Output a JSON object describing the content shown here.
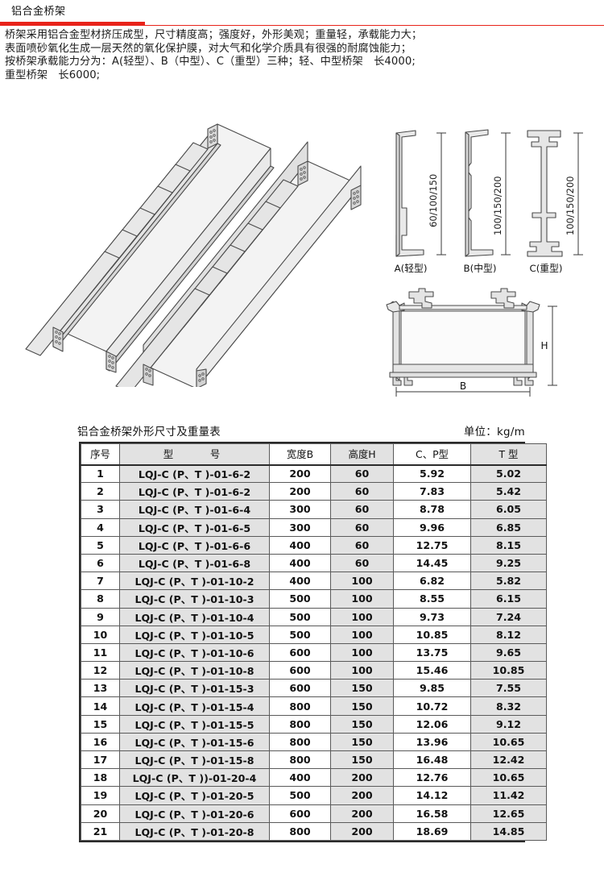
{
  "header": {
    "title": "铝合金桥架",
    "accent_color": "#e8231a",
    "intro": "桥架采用铝合金型材挤压成型，尺寸精度高；强度好，外形美观；重量轻，承载能力大；\n表面喷砂氧化生成一层天然的氧化保护膜，对大气和化学介质具有很强的耐腐蚀能力；\n按桥架承载能力分为：A(轻型）、B（中型）、C（重型）三种；轻、中型桥架　长4000;\n重型桥架　长6000;"
  },
  "drawings": {
    "isometric": {
      "name": "ladder-cable-tray-isometric"
    },
    "profiles": [
      {
        "label": "A(轻型)",
        "dimension": "60/100/150",
        "name": "profile-a-light"
      },
      {
        "label": "B(中型)",
        "dimension": "100/150/200",
        "name": "profile-b-medium"
      },
      {
        "label": "C(重型)",
        "dimension": "100/150/200",
        "name": "profile-c-heavy"
      }
    ],
    "section": {
      "width_label": "B",
      "height_label": "H",
      "name": "tray-cross-section"
    }
  },
  "table": {
    "title": "铝合金桥架外形尺寸及重量表",
    "unit": "单位：kg/m",
    "columns": [
      "序号",
      "型　　号",
      "宽度B",
      "高度H",
      "C、P型",
      "T 型"
    ],
    "rows": [
      [
        "1",
        "LQJ-C (P、T )-01-6-2",
        "200",
        "60",
        "5.92",
        "5.02"
      ],
      [
        "2",
        "LQJ-C (P、T )-01-6-2",
        "200",
        "60",
        "7.83",
        "5.42"
      ],
      [
        "3",
        "LQJ-C (P、T )-01-6-4",
        "300",
        "60",
        "8.78",
        "6.05"
      ],
      [
        "4",
        "LQJ-C (P、T )-01-6-5",
        "300",
        "60",
        "9.96",
        "6.85"
      ],
      [
        "5",
        "LQJ-C (P、T )-01-6-6",
        "400",
        "60",
        "12.75",
        "8.15"
      ],
      [
        "6",
        "LQJ-C (P、T )-01-6-8",
        "400",
        "60",
        "14.45",
        "9.25"
      ],
      [
        "7",
        "LQJ-C (P、T )-01-10-2",
        "400",
        "100",
        "6.82",
        "5.82"
      ],
      [
        "8",
        "LQJ-C (P、T )-01-10-3",
        "500",
        "100",
        "8.55",
        "6.15"
      ],
      [
        "9",
        "LQJ-C (P、T )-01-10-4",
        "500",
        "100",
        "9.73",
        "7.24"
      ],
      [
        "10",
        "LQJ-C (P、T )-01-10-5",
        "500",
        "100",
        "10.85",
        "8.12"
      ],
      [
        "11",
        "LQJ-C (P、T )-01-10-6",
        "600",
        "100",
        "13.75",
        "9.65"
      ],
      [
        "12",
        "LQJ-C (P、T )-01-10-8",
        "600",
        "100",
        "15.46",
        "10.85"
      ],
      [
        "13",
        "LQJ-C (P、T )-01-15-3",
        "600",
        "150",
        "9.85",
        "7.55"
      ],
      [
        "14",
        "LQJ-C (P、T )-01-15-4",
        "800",
        "150",
        "10.72",
        "8.32"
      ],
      [
        "15",
        "LQJ-C (P、T )-01-15-5",
        "800",
        "150",
        "12.06",
        "9.12"
      ],
      [
        "16",
        "LQJ-C (P、T )-01-15-6",
        "800",
        "150",
        "13.96",
        "10.65"
      ],
      [
        "17",
        "LQJ-C (P、T )-01-15-8",
        "800",
        "150",
        "16.48",
        "12.42"
      ],
      [
        "18",
        "LQJ-C (P、T ))-01-20-4",
        "400",
        "200",
        "12.76",
        "10.65"
      ],
      [
        "19",
        "LQJ-C (P、T )-01-20-5",
        "500",
        "200",
        "14.12",
        "11.42"
      ],
      [
        "20",
        "LQJ-C (P、T )-01-20-6",
        "600",
        "200",
        "16.58",
        "12.65"
      ],
      [
        "21",
        "LQJ-C (P、T )-01-20-8",
        "800",
        "200",
        "18.69",
        "14.85"
      ]
    ]
  }
}
